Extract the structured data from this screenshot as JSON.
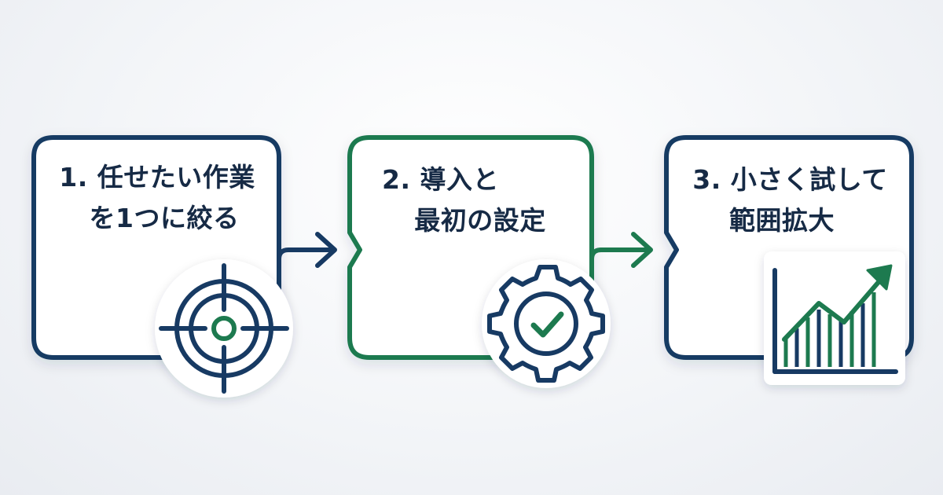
{
  "steps": [
    {
      "number": "1.",
      "line1": "任せたい作業",
      "line2": "を1つに絞る",
      "icon": "target-icon",
      "color": "#173a63"
    },
    {
      "number": "2.",
      "line1": "導入と",
      "line2": "最初の設定",
      "icon": "gear-check-icon",
      "color": "#1d7a4f"
    },
    {
      "number": "3.",
      "line1": "小さく試して",
      "line2": "範囲拡大",
      "icon": "growth-chart-icon",
      "color": "#173a63"
    }
  ],
  "colors": {
    "navy": "#173a63",
    "green": "#1d7a4f",
    "text": "#162a45"
  }
}
